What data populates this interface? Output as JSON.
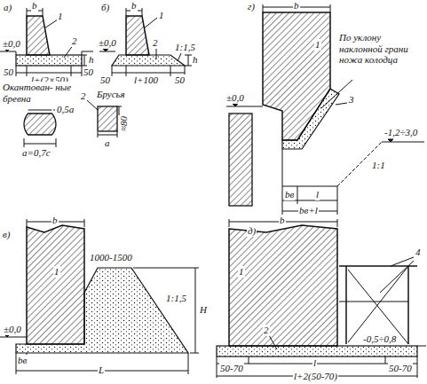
{
  "diagram": {
    "labels": [
      "а)",
      "b",
      "1",
      "2",
      "h",
      "±0,0",
      "50",
      "l+(2×50)",
      "50",
      "б)",
      "b",
      "1",
      "2",
      "1:1,5",
      "h",
      "±0,0",
      "50",
      "l+100",
      "50",
      "Окантован- ные бревна",
      "0,5a",
      "a=0,7c",
      "Брусья",
      "2",
      "≈80",
      "a",
      "г)",
      "b",
      "1",
      "По уклону наклонной грани ножа колодца",
      "±0,0",
      "3",
      "1:1",
      "-1,2÷3,0",
      "bв",
      "l",
      "bв+l",
      "в)",
      "b",
      "1",
      "1000-1500",
      "1:1,5",
      "H",
      "±0,0",
      "bв",
      "L",
      "д)",
      "b",
      "1",
      "4",
      "2",
      "-0,5÷0,8",
      "50-70",
      "l",
      "50-70",
      "l+2(50-70)"
    ]
  }
}
